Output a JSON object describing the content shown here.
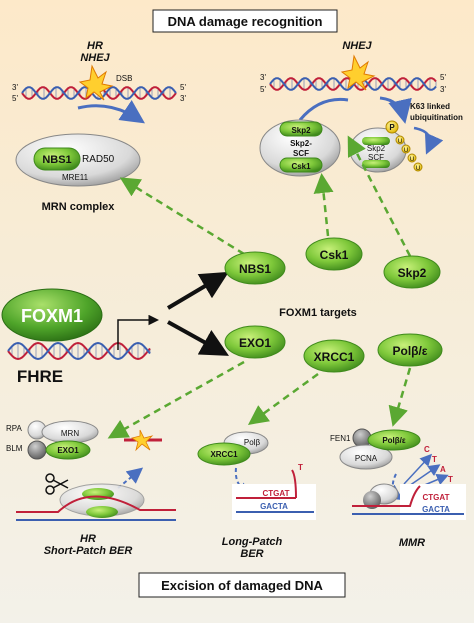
{
  "header": {
    "title": "DNA damage recognition"
  },
  "footer": {
    "title": "Excision of damaged DNA"
  },
  "top_left": {
    "hr_label": "HR",
    "nhej_label": "NHEJ",
    "dsb_label": "DSB",
    "strand_ends": [
      "3'",
      "5'",
      "5'",
      "3'"
    ],
    "nbs1": "NBS1",
    "rad50": "RAD50",
    "mre11": "MRE11",
    "complex_label": "MRN complex"
  },
  "top_right": {
    "nhej_label": "NHEJ",
    "strand_ends": [
      "3'",
      "5'",
      "5'",
      "3'"
    ],
    "skp2": "Skp2",
    "skp2_scf": [
      "Skp2-",
      "SCF"
    ],
    "csk1": "Csk1",
    "skp2_scf_right": [
      "Skp2",
      "SCF"
    ],
    "p_label": "P",
    "u_label": "U",
    "k63_label": [
      "K63 linked",
      "ubiquitination"
    ]
  },
  "middle": {
    "foxm1": "FOXM1",
    "fhre": "FHRE",
    "targets_label": "FOXM1 targets",
    "nbs1": "NBS1",
    "csk1": "Csk1",
    "skp2": "Skp2",
    "exo1": "EXO1",
    "xrcc1": "XRCC1",
    "pol_be": "Polβ/ε"
  },
  "bottom": {
    "rpa": "RPA",
    "blm": "BLM",
    "mrn": "MRN",
    "exo1": "EXO1",
    "hr_label": "HR",
    "short_patch_label": "Short-Patch BER",
    "xrcc1": "XRCC1",
    "polb": "Polβ",
    "t_label": "T",
    "ctgat": "CTGAT",
    "gacta": "GACTA",
    "long_patch_label": [
      "Long-Patch",
      "BER"
    ],
    "fen1": "FEN1",
    "pcna": "PCNA",
    "pol_be": "Polβ/ε",
    "mmr_label": "MMR",
    "mmr_letters": [
      "C",
      "T",
      "A",
      "T"
    ],
    "ctgat2": "CTGAT",
    "gacta2": "GACTA"
  },
  "colors": {
    "green": "#7ec83a",
    "green_dark": "#3f8a1c",
    "arrow_green": "#5aa832",
    "dna_red": "#c0203a",
    "dna_blue": "#3b5fb0"
  }
}
